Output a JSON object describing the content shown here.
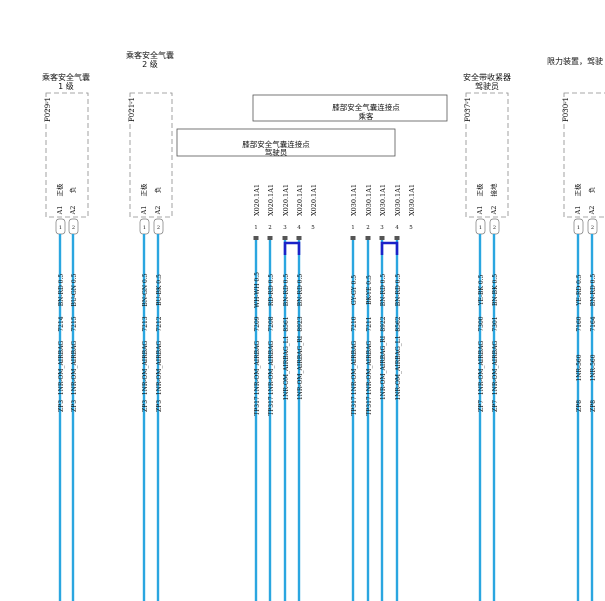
{
  "colors": {
    "wire": "#2aa6e0",
    "wire_dark": "#1c7fb8",
    "splice": "#1a22c8",
    "box_dash": "#8a8a8a",
    "text": "#111111"
  },
  "components": [
    {
      "id": "F029",
      "title": [
        "乘客安全气囊",
        "1 级"
      ],
      "ref": "F029-1",
      "pin_labels": [
        "正极",
        "负"
      ],
      "pins": [
        "A1",
        "A2"
      ],
      "connector_pins": [
        "1",
        "2"
      ],
      "wires": [
        {
          "color": "BN-RD 0.5",
          "number": "7214",
          "harness": "1NR-OM_AIRBAG",
          "code": "ZP3"
        },
        {
          "color": "BU-GN 0.5",
          "number": "7215",
          "harness": "1NR-OM_AIRBAG",
          "code": "ZP3"
        }
      ]
    },
    {
      "id": "F021",
      "title": [
        "乘客安全气囊",
        "2 级"
      ],
      "ref": "F021-1",
      "pin_labels": [
        "正极",
        "负"
      ],
      "pins": [
        "A1",
        "A2"
      ],
      "connector_pins": [
        "1",
        "2"
      ],
      "wires": [
        {
          "color": "BN-GN 0.5",
          "number": "7213",
          "harness": "1NR-OM_AIRBAG",
          "code": "ZP3"
        },
        {
          "color": "BU-BK 0.5",
          "number": "7212",
          "harness": "1NR-OM_AIRBAG",
          "code": "ZP3"
        }
      ]
    },
    {
      "id": "F037",
      "title": [
        "安全带收紧器",
        "驾驶员"
      ],
      "ref": "F037-1",
      "pin_labels": [
        "正极",
        "接地"
      ],
      "pins": [
        "A1",
        "A2"
      ],
      "connector_pins": [
        "1",
        "2"
      ],
      "wires": [
        {
          "color": "YE-BK 0.5",
          "number": "7300",
          "harness": "1NR-OM_AIRBAG",
          "code": "ZP7"
        },
        {
          "color": "BN-BK 0.5",
          "number": "7301",
          "harness": "1NR-OM_AIRBAG",
          "code": "ZP7"
        }
      ]
    },
    {
      "id": "F030",
      "title": [
        "限力装置，驾驶"
      ],
      "ref": "F030-1",
      "pin_labels": [
        "正极",
        "负"
      ],
      "pins": [
        "A1",
        "A2"
      ],
      "connector_pins": [
        "1",
        "2"
      ],
      "wires": [
        {
          "color": "YE-RD 0.5",
          "number": "7160",
          "harness": "1NR-560",
          "code": "ZP8"
        },
        {
          "color": "BN-RD 0.5",
          "number": "7164",
          "harness": "1NR-560",
          "code": "ZP8"
        }
      ]
    }
  ],
  "splice_points": [
    {
      "id": "passenger",
      "label": [
        "膝部安全气囊连接点",
        "乘客"
      ]
    },
    {
      "id": "driver",
      "label": [
        "膝部安全气囊连接点",
        "驾驶员"
      ]
    }
  ],
  "connector_groups": [
    {
      "id": "X020",
      "connector": "X020.1A1",
      "pin_numbers": [
        "1",
        "2",
        "3",
        "4",
        "5"
      ],
      "wires": [
        {
          "color": "WH-WH 0.5",
          "number": "7209",
          "harness": "1NR-OM_AIRBAG",
          "code": "TP317"
        },
        {
          "color": "RD-RD 0.5",
          "number": "7208",
          "harness": "1NR-OM_AIRBAG",
          "code": "TP317"
        },
        {
          "color": "BN-RD 0.5",
          "number": "8561",
          "harness": "1NR-OM_AIRBAG_L1",
          "code": ""
        },
        {
          "color": "BN-RD 0.5",
          "number": "8923",
          "harness": "1NR-OM_AIRBAG_RI",
          "code": ""
        }
      ]
    },
    {
      "id": "X030",
      "connector": "X030.1A1",
      "pin_numbers": [
        "1",
        "2",
        "3",
        "4",
        "5"
      ],
      "wires": [
        {
          "color": "GY-GY 0.5",
          "number": "7210",
          "harness": "1NR-OM_AIRBAG",
          "code": "TP317"
        },
        {
          "color": "BK-YE 0.5",
          "number": "7211",
          "harness": "1NR-OM_AIRBAG",
          "code": "TP317"
        },
        {
          "color": "BN-RD 0.5",
          "number": "8922",
          "harness": "1NR-OM_AIRBAG_RI",
          "code": ""
        },
        {
          "color": "BN-RD 0.5",
          "number": "8562",
          "harness": "1NR-OM_AIRBAG_L1",
          "code": ""
        }
      ]
    }
  ]
}
